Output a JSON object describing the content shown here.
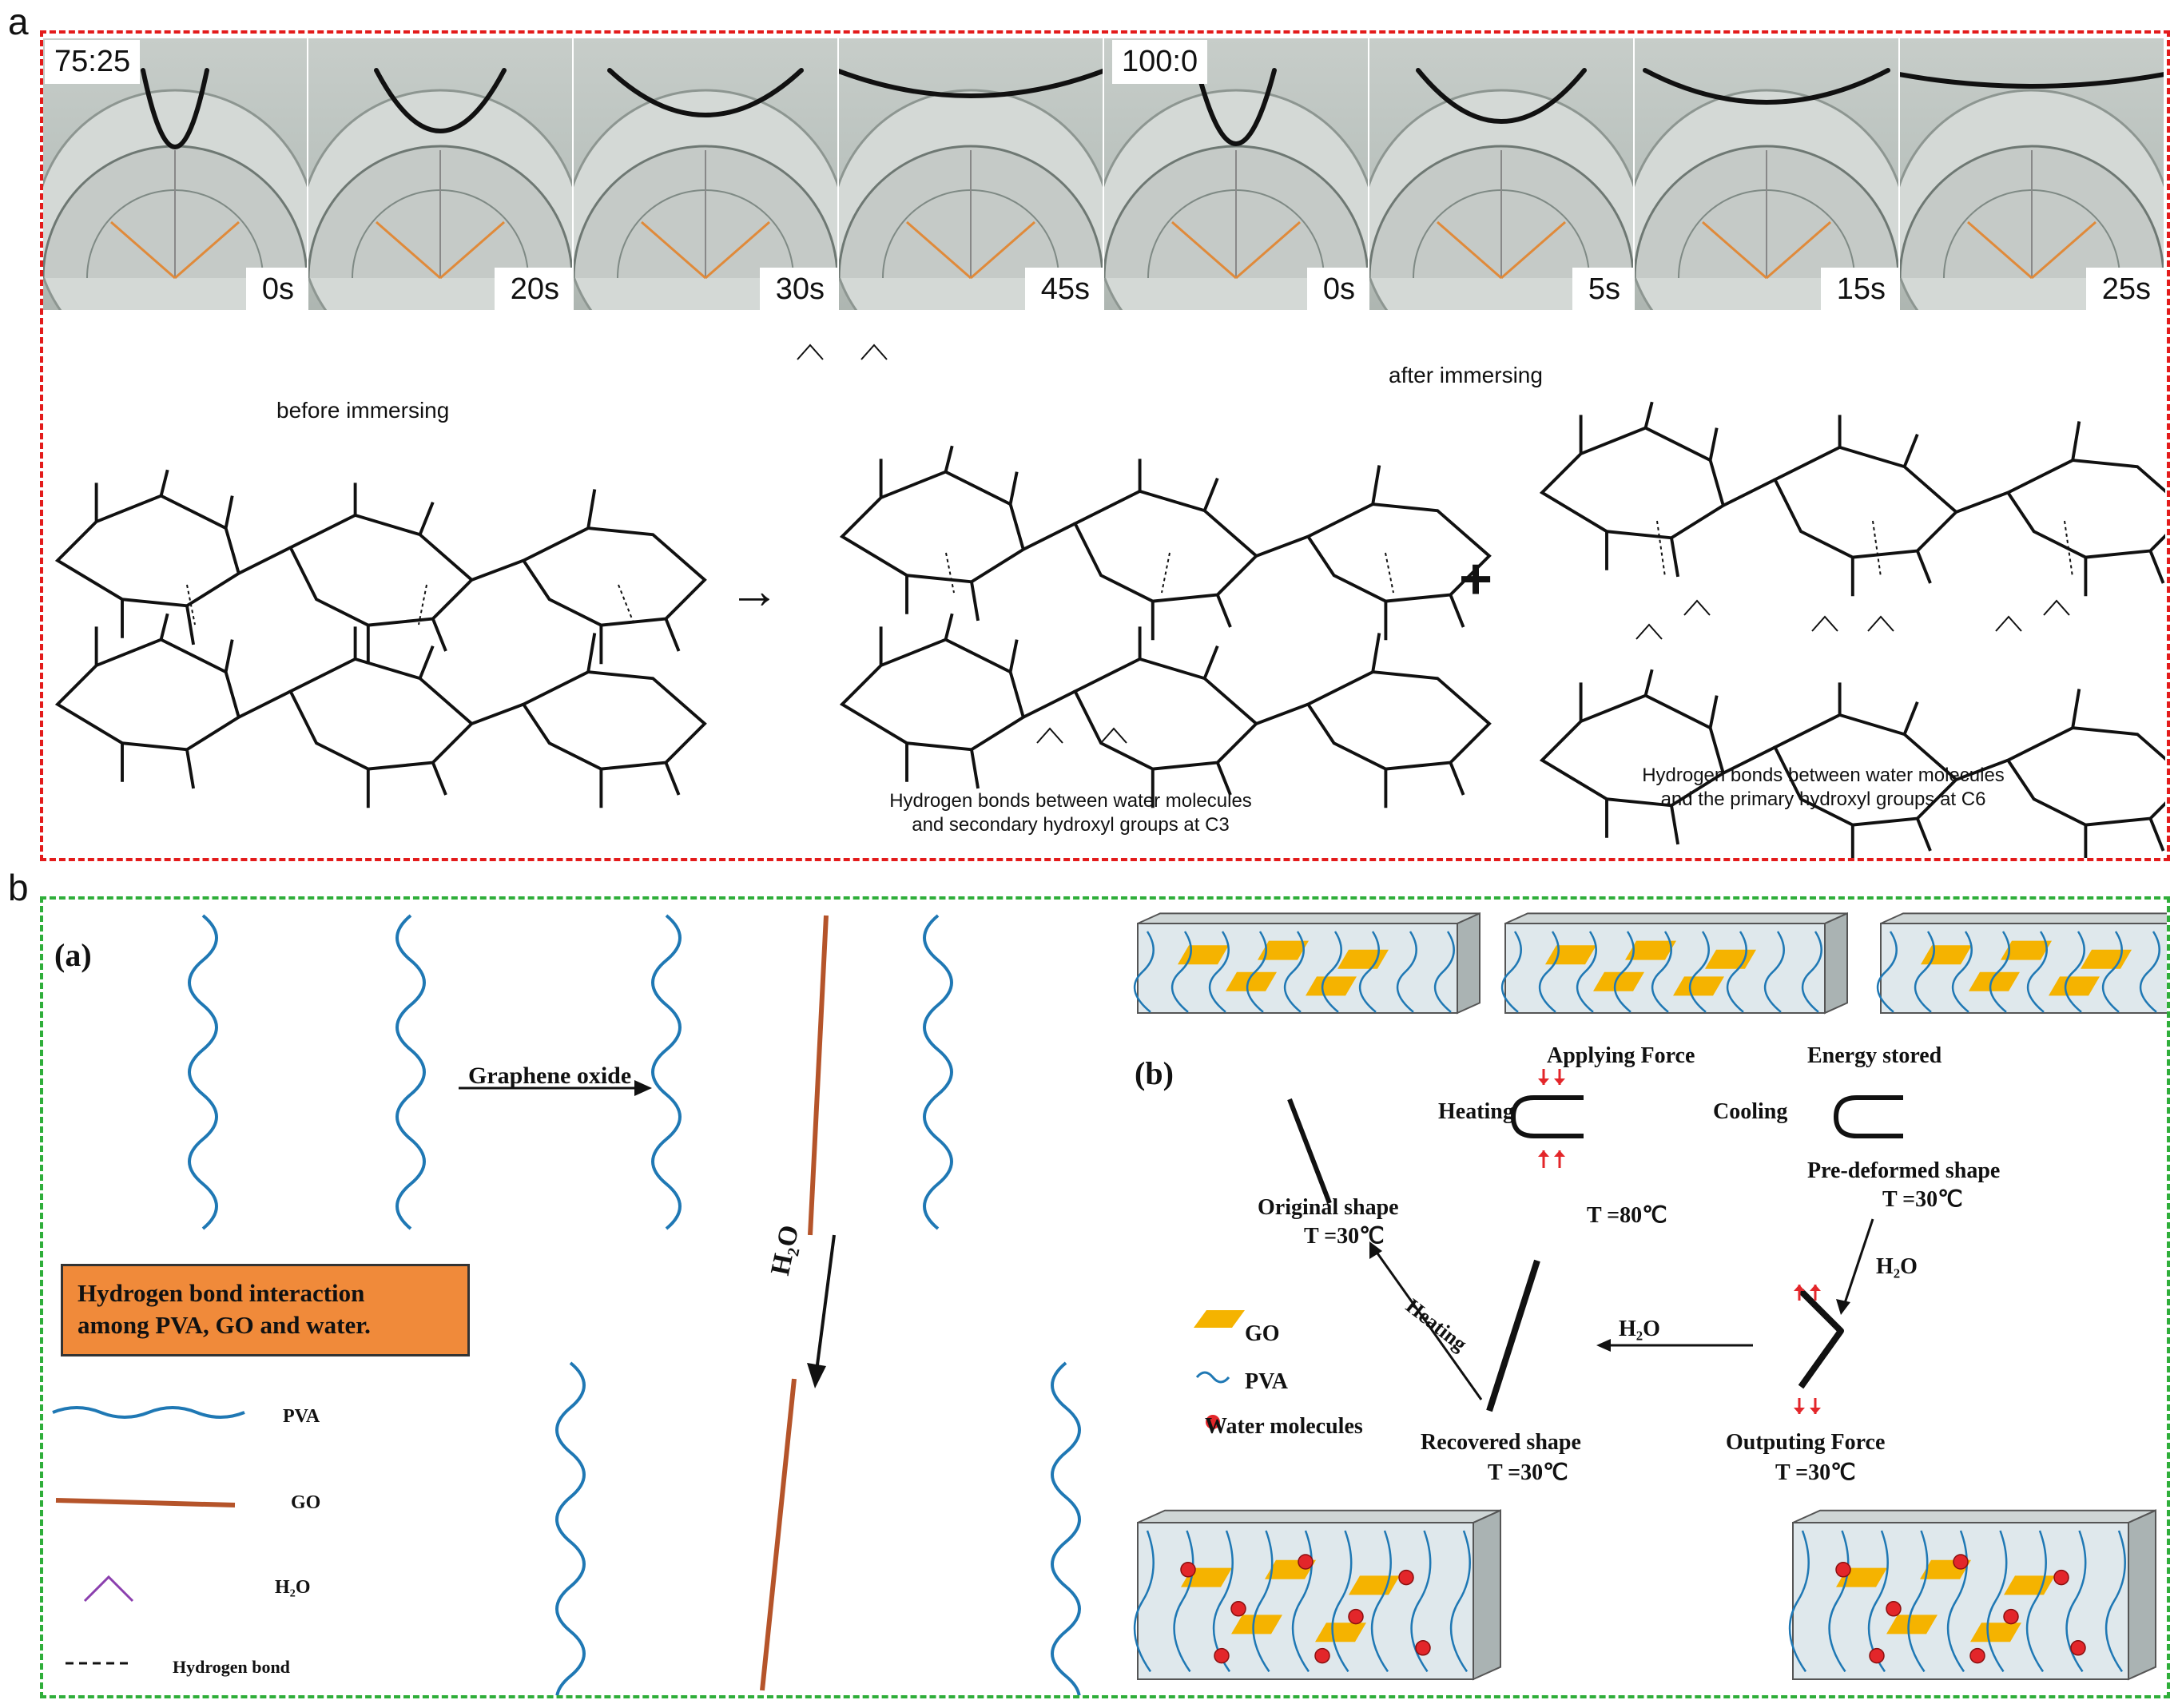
{
  "panel_a": {
    "letter": "a",
    "ratio_left": "75:25",
    "ratio_right": "100:0",
    "times": [
      "0s",
      "20s",
      "30s",
      "45s",
      "0s",
      "5s",
      "15s",
      "25s"
    ],
    "before_label": "before immersing",
    "after_label": "after immersing",
    "caption_c3_line1": "Hydrogen bonds between water molecules",
    "caption_c3_line2": "and secondary hydroxyl groups at C3",
    "caption_c6_line1": "Hydrogen bonds between water molecules",
    "caption_c6_line2": "and the primary hydroxyl groups at C6",
    "plus": "+",
    "arrow": "→"
  },
  "panel_b": {
    "letter": "b",
    "sub_a": "(a)",
    "sub_b": "(b)",
    "graphene_oxide": "Graphene oxide",
    "h2o_arrow": "H₂O",
    "box_line1": "Hydrogen  bond interaction",
    "box_line2": "among PVA, GO and water.",
    "legend": {
      "pva": "PVA",
      "go": "GO",
      "h2o": "H₂O",
      "hbond": "Hydrogen bond"
    },
    "cycle": {
      "applying_force": "Applying Force",
      "energy_stored": "Energy stored",
      "heating": "Heating",
      "cooling": "Cooling",
      "t80": "T =80℃",
      "original_shape": "Original shape",
      "t30_original": "T =30℃",
      "predeformed_shape": "Pre-deformed shape",
      "t30_predeformed": "T =30℃",
      "h2o_right": "H₂O",
      "h2o_bottom": "H₂O",
      "heating_rotated": "Heating",
      "recovered_shape": "Recovered shape",
      "t30_recovered": "T =30℃",
      "outputing_force": "Outputing Force",
      "t30_outputing": "T =30℃",
      "legend_go": "GO",
      "legend_pva": "PVA",
      "legend_water": "Water molecules"
    }
  },
  "colors": {
    "frame_a": "#e31b1b",
    "frame_b": "#2fae3a",
    "pva": "#1f78b4",
    "go": "#b5542a",
    "oh_red": "#e3262a",
    "water_purple": "#8b3fae",
    "go_flake": "#f5b300",
    "box_orange": "#f08a3a"
  }
}
